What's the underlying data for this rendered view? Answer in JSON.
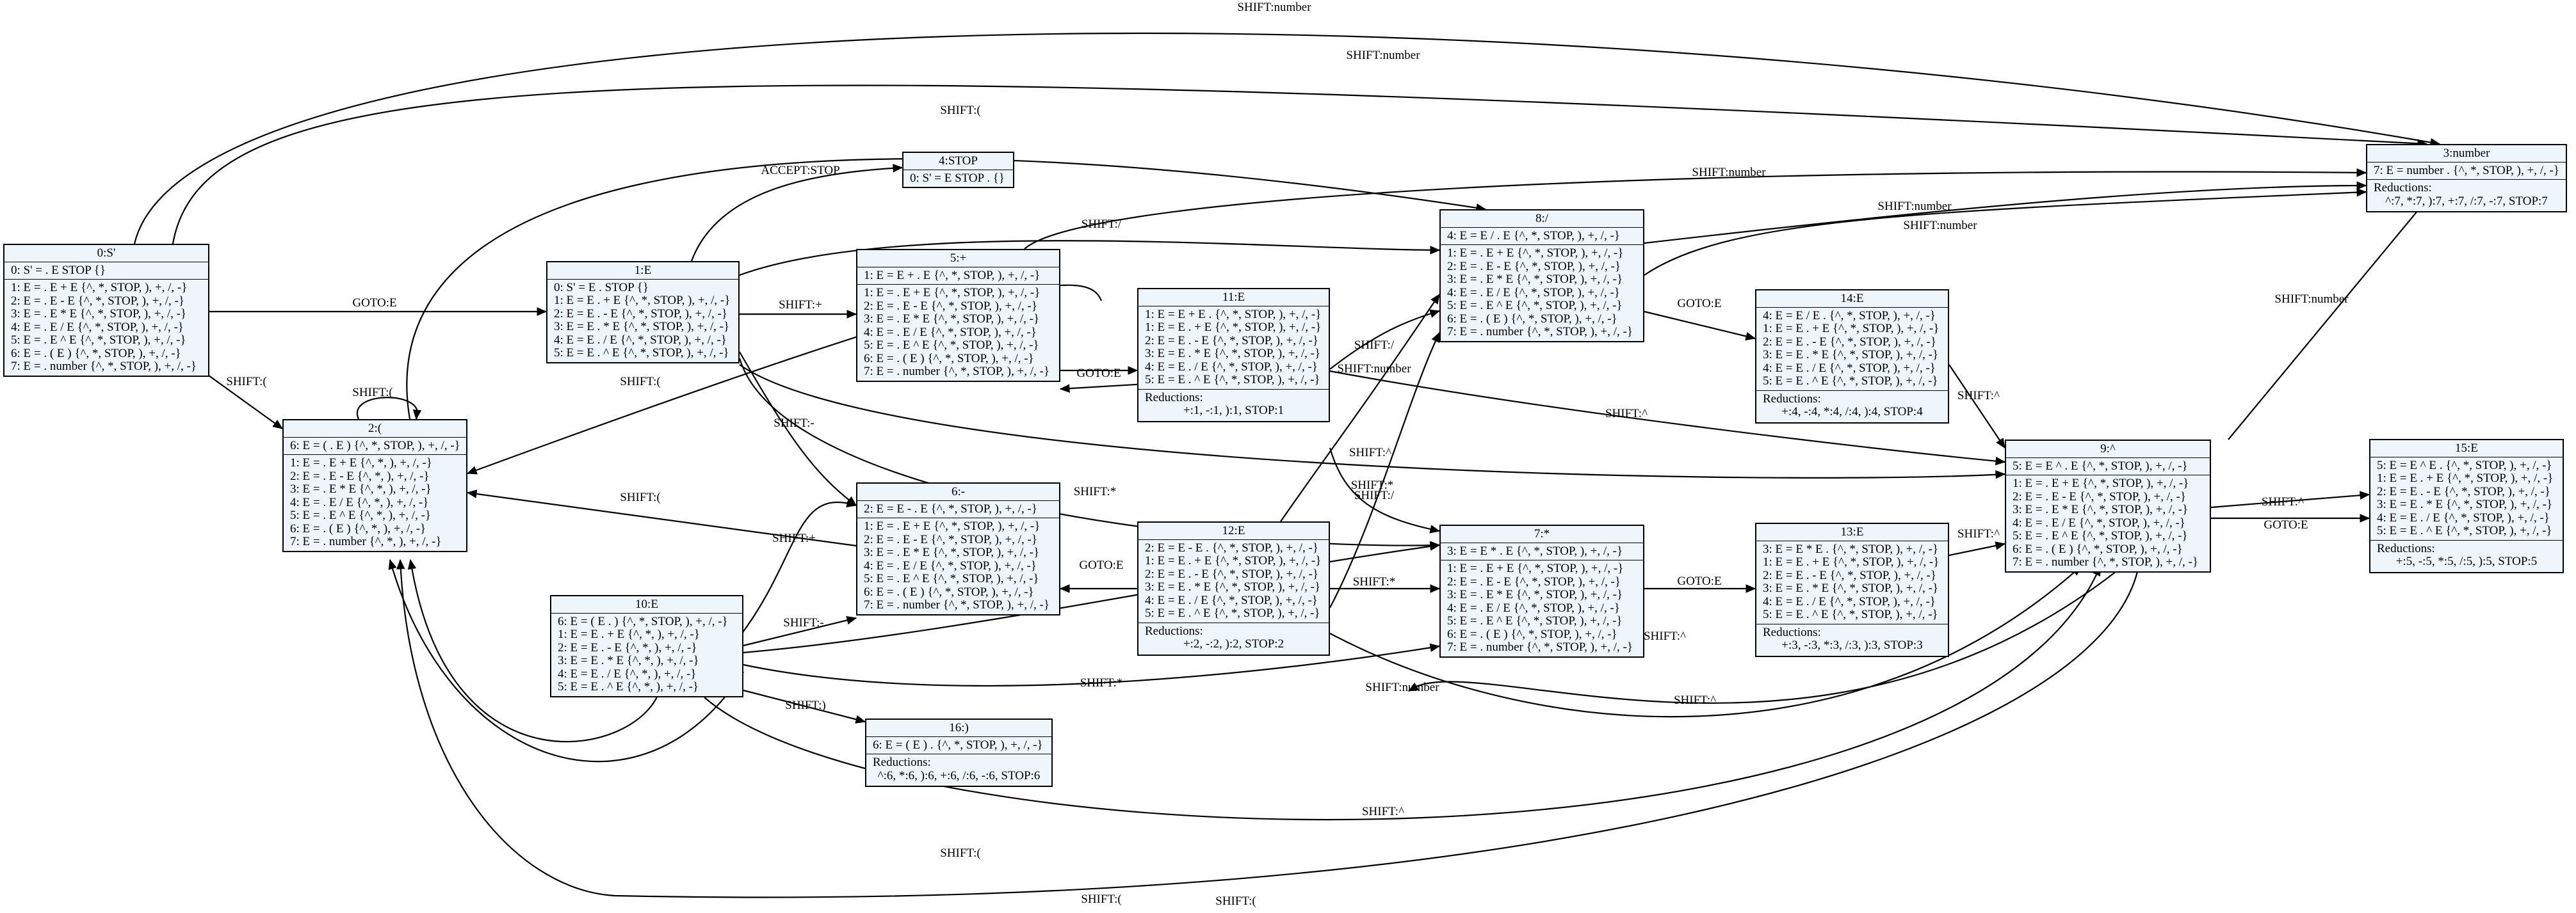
{
  "nodes": {
    "n0": {
      "title": "0:S'",
      "kernel": [
        "0: S' = . E STOP {}"
      ],
      "closure": [
        "1: E = . E + E {^, *, STOP, ), +, /, -}",
        "2: E = . E - E {^, *, STOP, ), +, /, -}",
        "3: E = . E * E {^, *, STOP, ), +, /, -}",
        "4: E = . E / E {^, *, STOP, ), +, /, -}",
        "5: E = . E ^ E {^, *, STOP, ), +, /, -}",
        "6: E = . ( E ) {^, *, STOP, ), +, /, -}",
        "7: E = . number {^, *, STOP, ), +, /, -}"
      ]
    },
    "n1": {
      "title": "1:E",
      "kernel": [],
      "closure": [
        "0: S' = E . STOP {}",
        "1: E = E . + E {^, *, STOP, ), +, /, -}",
        "2: E = E . - E {^, *, STOP, ), +, /, -}",
        "3: E = E . * E {^, *, STOP, ), +, /, -}",
        "4: E = E . / E {^, *, STOP, ), +, /, -}",
        "5: E = E . ^ E {^, *, STOP, ), +, /, -}"
      ]
    },
    "n2": {
      "title": "2:(",
      "kernel": [
        "6: E = ( . E ) {^, *, STOP, ), +, /, -}"
      ],
      "closure": [
        "1: E = . E + E {^, *, ), +, /, -}",
        "2: E = . E - E {^, *, ), +, /, -}",
        "3: E = . E * E {^, *, ), +, /, -}",
        "4: E = . E / E {^, *, ), +, /, -}",
        "5: E = . E ^ E {^, *, ), +, /, -}",
        "6: E = . ( E ) {^, *, ), +, /, -}",
        "7: E = . number {^, *, ), +, /, -}"
      ]
    },
    "n3": {
      "title": "3:number",
      "kernel": [
        "7: E = number . {^, *, STOP, ), +, /, -}"
      ],
      "closure": [],
      "reductions_label": "Reductions:",
      "reductions": [
        "^:7, *:7, ):7, +:7, /:7, -:7, STOP:7"
      ]
    },
    "n4": {
      "title": "4:STOP",
      "kernel": [
        "0: S' = E STOP . {}"
      ],
      "closure": []
    },
    "n5": {
      "title": "5:+",
      "kernel": [
        "1: E = E + . E {^, *, STOP, ), +, /, -}"
      ],
      "closure": [
        "1: E = . E + E {^, *, STOP, ), +, /, -}",
        "2: E = . E - E {^, *, STOP, ), +, /, -}",
        "3: E = . E * E {^, *, STOP, ), +, /, -}",
        "4: E = . E / E {^, *, STOP, ), +, /, -}",
        "5: E = . E ^ E {^, *, STOP, ), +, /, -}",
        "6: E = . ( E ) {^, *, STOP, ), +, /, -}",
        "7: E = . number {^, *, STOP, ), +, /, -}"
      ]
    },
    "n6": {
      "title": "6:-",
      "kernel": [
        "2: E = E - . E {^, *, STOP, ), +, /, -}"
      ],
      "closure": [
        "1: E = . E + E {^, *, STOP, ), +, /, -}",
        "2: E = . E - E {^, *, STOP, ), +, /, -}",
        "3: E = . E * E {^, *, STOP, ), +, /, -}",
        "4: E = . E / E {^, *, STOP, ), +, /, -}",
        "5: E = . E ^ E {^, *, STOP, ), +, /, -}",
        "6: E = . ( E ) {^, *, STOP, ), +, /, -}",
        "7: E = . number {^, *, STOP, ), +, /, -}"
      ]
    },
    "n7": {
      "title": "7:*",
      "kernel": [
        "3: E = E * . E {^, *, STOP, ), +, /, -}"
      ],
      "closure": [
        "1: E = . E + E {^, *, STOP, ), +, /, -}",
        "2: E = . E - E {^, *, STOP, ), +, /, -}",
        "3: E = . E * E {^, *, STOP, ), +, /, -}",
        "4: E = . E / E {^, *, STOP, ), +, /, -}",
        "5: E = . E ^ E {^, *, STOP, ), +, /, -}",
        "6: E = . ( E ) {^, *, STOP, ), +, /, -}",
        "7: E = . number {^, *, STOP, ), +, /, -}"
      ]
    },
    "n8": {
      "title": "8:/",
      "kernel": [
        "4: E = E / . E {^, *, STOP, ), +, /, -}"
      ],
      "closure": [
        "1: E = . E + E {^, *, STOP, ), +, /, -}",
        "2: E = . E - E {^, *, STOP, ), +, /, -}",
        "3: E = . E * E {^, *, STOP, ), +, /, -}",
        "4: E = . E / E {^, *, STOP, ), +, /, -}",
        "5: E = . E ^ E {^, *, STOP, ), +, /, -}",
        "6: E = . ( E ) {^, *, STOP, ), +, /, -}",
        "7: E = . number {^, *, STOP, ), +, /, -}"
      ]
    },
    "n9": {
      "title": "9:^",
      "kernel": [
        "5: E = E ^ . E {^, *, STOP, ), +, /, -}"
      ],
      "closure": [
        "1: E = . E + E {^, *, STOP, ), +, /, -}",
        "2: E = . E - E {^, *, STOP, ), +, /, -}",
        "3: E = . E * E {^, *, STOP, ), +, /, -}",
        "4: E = . E / E {^, *, STOP, ), +, /, -}",
        "5: E = . E ^ E {^, *, STOP, ), +, /, -}",
        "6: E = . ( E ) {^, *, STOP, ), +, /, -}",
        "7: E = . number {^, *, STOP, ), +, /, -}"
      ]
    },
    "n10": {
      "title": "10:E",
      "kernel": [],
      "closure": [
        "6: E = ( E . ) {^, *, STOP, ), +, /, -}",
        "1: E = E . + E {^, *, ), +, /, -}",
        "2: E = E . - E {^, *, ), +, /, -}",
        "3: E = E . * E {^, *, ), +, /, -}",
        "4: E = E . / E {^, *, ), +, /, -}",
        "5: E = E . ^ E {^, *, ), +, /, -}"
      ]
    },
    "n11": {
      "title": "11:E",
      "kernel": [],
      "closure": [
        "1: E = E + E . {^, *, STOP, ), +, /, -}",
        "1: E = E . + E {^, *, STOP, ), +, /, -}",
        "2: E = E . - E {^, *, STOP, ), +, /, -}",
        "3: E = E . * E {^, *, STOP, ), +, /, -}",
        "4: E = E . / E {^, *, STOP, ), +, /, -}",
        "5: E = E . ^ E {^, *, STOP, ), +, /, -}"
      ],
      "reductions_label": "Reductions:",
      "reductions": [
        "+:1, -:1, ):1, STOP:1"
      ]
    },
    "n12": {
      "title": "12:E",
      "kernel": [],
      "closure": [
        "2: E = E - E . {^, *, STOP, ), +, /, -}",
        "1: E = E . + E {^, *, STOP, ), +, /, -}",
        "2: E = E . - E {^, *, STOP, ), +, /, -}",
        "3: E = E . * E {^, *, STOP, ), +, /, -}",
        "4: E = E . / E {^, *, STOP, ), +, /, -}",
        "5: E = E . ^ E {^, *, STOP, ), +, /, -}"
      ],
      "reductions_label": "Reductions:",
      "reductions": [
        "+:2, -:2, ):2, STOP:2"
      ]
    },
    "n13": {
      "title": "13:E",
      "kernel": [],
      "closure": [
        "3: E = E * E . {^, *, STOP, ), +, /, -}",
        "1: E = E . + E {^, *, STOP, ), +, /, -}",
        "2: E = E . - E {^, *, STOP, ), +, /, -}",
        "3: E = E . * E {^, *, STOP, ), +, /, -}",
        "4: E = E . / E {^, *, STOP, ), +, /, -}",
        "5: E = E . ^ E {^, *, STOP, ), +, /, -}"
      ],
      "reductions_label": "Reductions:",
      "reductions": [
        "+:3, -:3, *:3, /:3, ):3, STOP:3"
      ]
    },
    "n14": {
      "title": "14:E",
      "kernel": [],
      "closure": [
        "4: E = E / E . {^, *, STOP, ), +, /, -}",
        "1: E = E . + E {^, *, STOP, ), +, /, -}",
        "2: E = E . - E {^, *, STOP, ), +, /, -}",
        "3: E = E . * E {^, *, STOP, ), +, /, -}",
        "4: E = E . / E {^, *, STOP, ), +, /, -}",
        "5: E = E . ^ E {^, *, STOP, ), +, /, -}"
      ],
      "reductions_label": "Reductions:",
      "reductions": [
        "+:4, -:4, *:4, /:4, ):4, STOP:4"
      ]
    },
    "n15": {
      "title": "15:E",
      "kernel": [],
      "closure": [
        "5: E = E ^ E . {^, *, STOP, ), +, /, -}",
        "1: E = E . + E {^, *, STOP, ), +, /, -}",
        "2: E = E . - E {^, *, STOP, ), +, /, -}",
        "3: E = E . * E {^, *, STOP, ), +, /, -}",
        "4: E = E . / E {^, *, STOP, ), +, /, -}",
        "5: E = E . ^ E {^, *, STOP, ), +, /, -}"
      ],
      "reductions_label": "Reductions:",
      "reductions": [
        "+:5, -:5, *:5, /:5, ):5, STOP:5"
      ]
    },
    "n16": {
      "title": "16:)",
      "kernel": [
        "6: E = ( E ) . {^, *, STOP, ), +, /, -}"
      ],
      "closure": [],
      "reductions_label": "Reductions:",
      "reductions": [
        "^:6, *:6, ):6, +:6, /:6, -:6, STOP:6"
      ]
    }
  },
  "edges": [
    {
      "label": "SHIFT:number"
    },
    {
      "label": "SHIFT:number"
    },
    {
      "label": "GOTO:E"
    },
    {
      "label": "SHIFT:("
    },
    {
      "label": "SHIFT:("
    },
    {
      "label": "ACCEPT:STOP"
    },
    {
      "label": "SHIFT:/"
    },
    {
      "label": "SHIFT:+"
    },
    {
      "label": "SHIFT:-"
    },
    {
      "label": "SHIFT:*"
    },
    {
      "label": "SHIFT:^"
    },
    {
      "label": "SHIFT:("
    },
    {
      "label": "SHIFT:number"
    },
    {
      "label": "GOTO:E"
    },
    {
      "label": "SHIFT:+"
    },
    {
      "label": "SHIFT:-"
    },
    {
      "label": "SHIFT:*"
    },
    {
      "label": "SHIFT:)"
    },
    {
      "label": "SHIFT:^"
    },
    {
      "label": "SHIFT:("
    },
    {
      "label": "SHIFT:("
    },
    {
      "label": "SHIFT:number"
    },
    {
      "label": "GOTO:E"
    },
    {
      "label": "SHIFT:/"
    },
    {
      "label": "SHIFT:*"
    },
    {
      "label": "SHIFT:^"
    },
    {
      "label": "SHIFT:("
    },
    {
      "label": "SHIFT:number"
    },
    {
      "label": "GOTO:E"
    },
    {
      "label": "SHIFT:/"
    },
    {
      "label": "SHIFT:*"
    },
    {
      "label": "SHIFT:^"
    },
    {
      "label": "SHIFT:number"
    },
    {
      "label": "GOTO:E"
    },
    {
      "label": "SHIFT:number"
    },
    {
      "label": "GOTO:E"
    },
    {
      "label": "SHIFT:^"
    },
    {
      "label": "SHIFT:^"
    },
    {
      "label": "SHIFT:^"
    },
    {
      "label": "SHIFT:number"
    },
    {
      "label": "GOTO:E"
    },
    {
      "label": "SHIFT:("
    },
    {
      "label": "SHIFT:^"
    }
  ]
}
